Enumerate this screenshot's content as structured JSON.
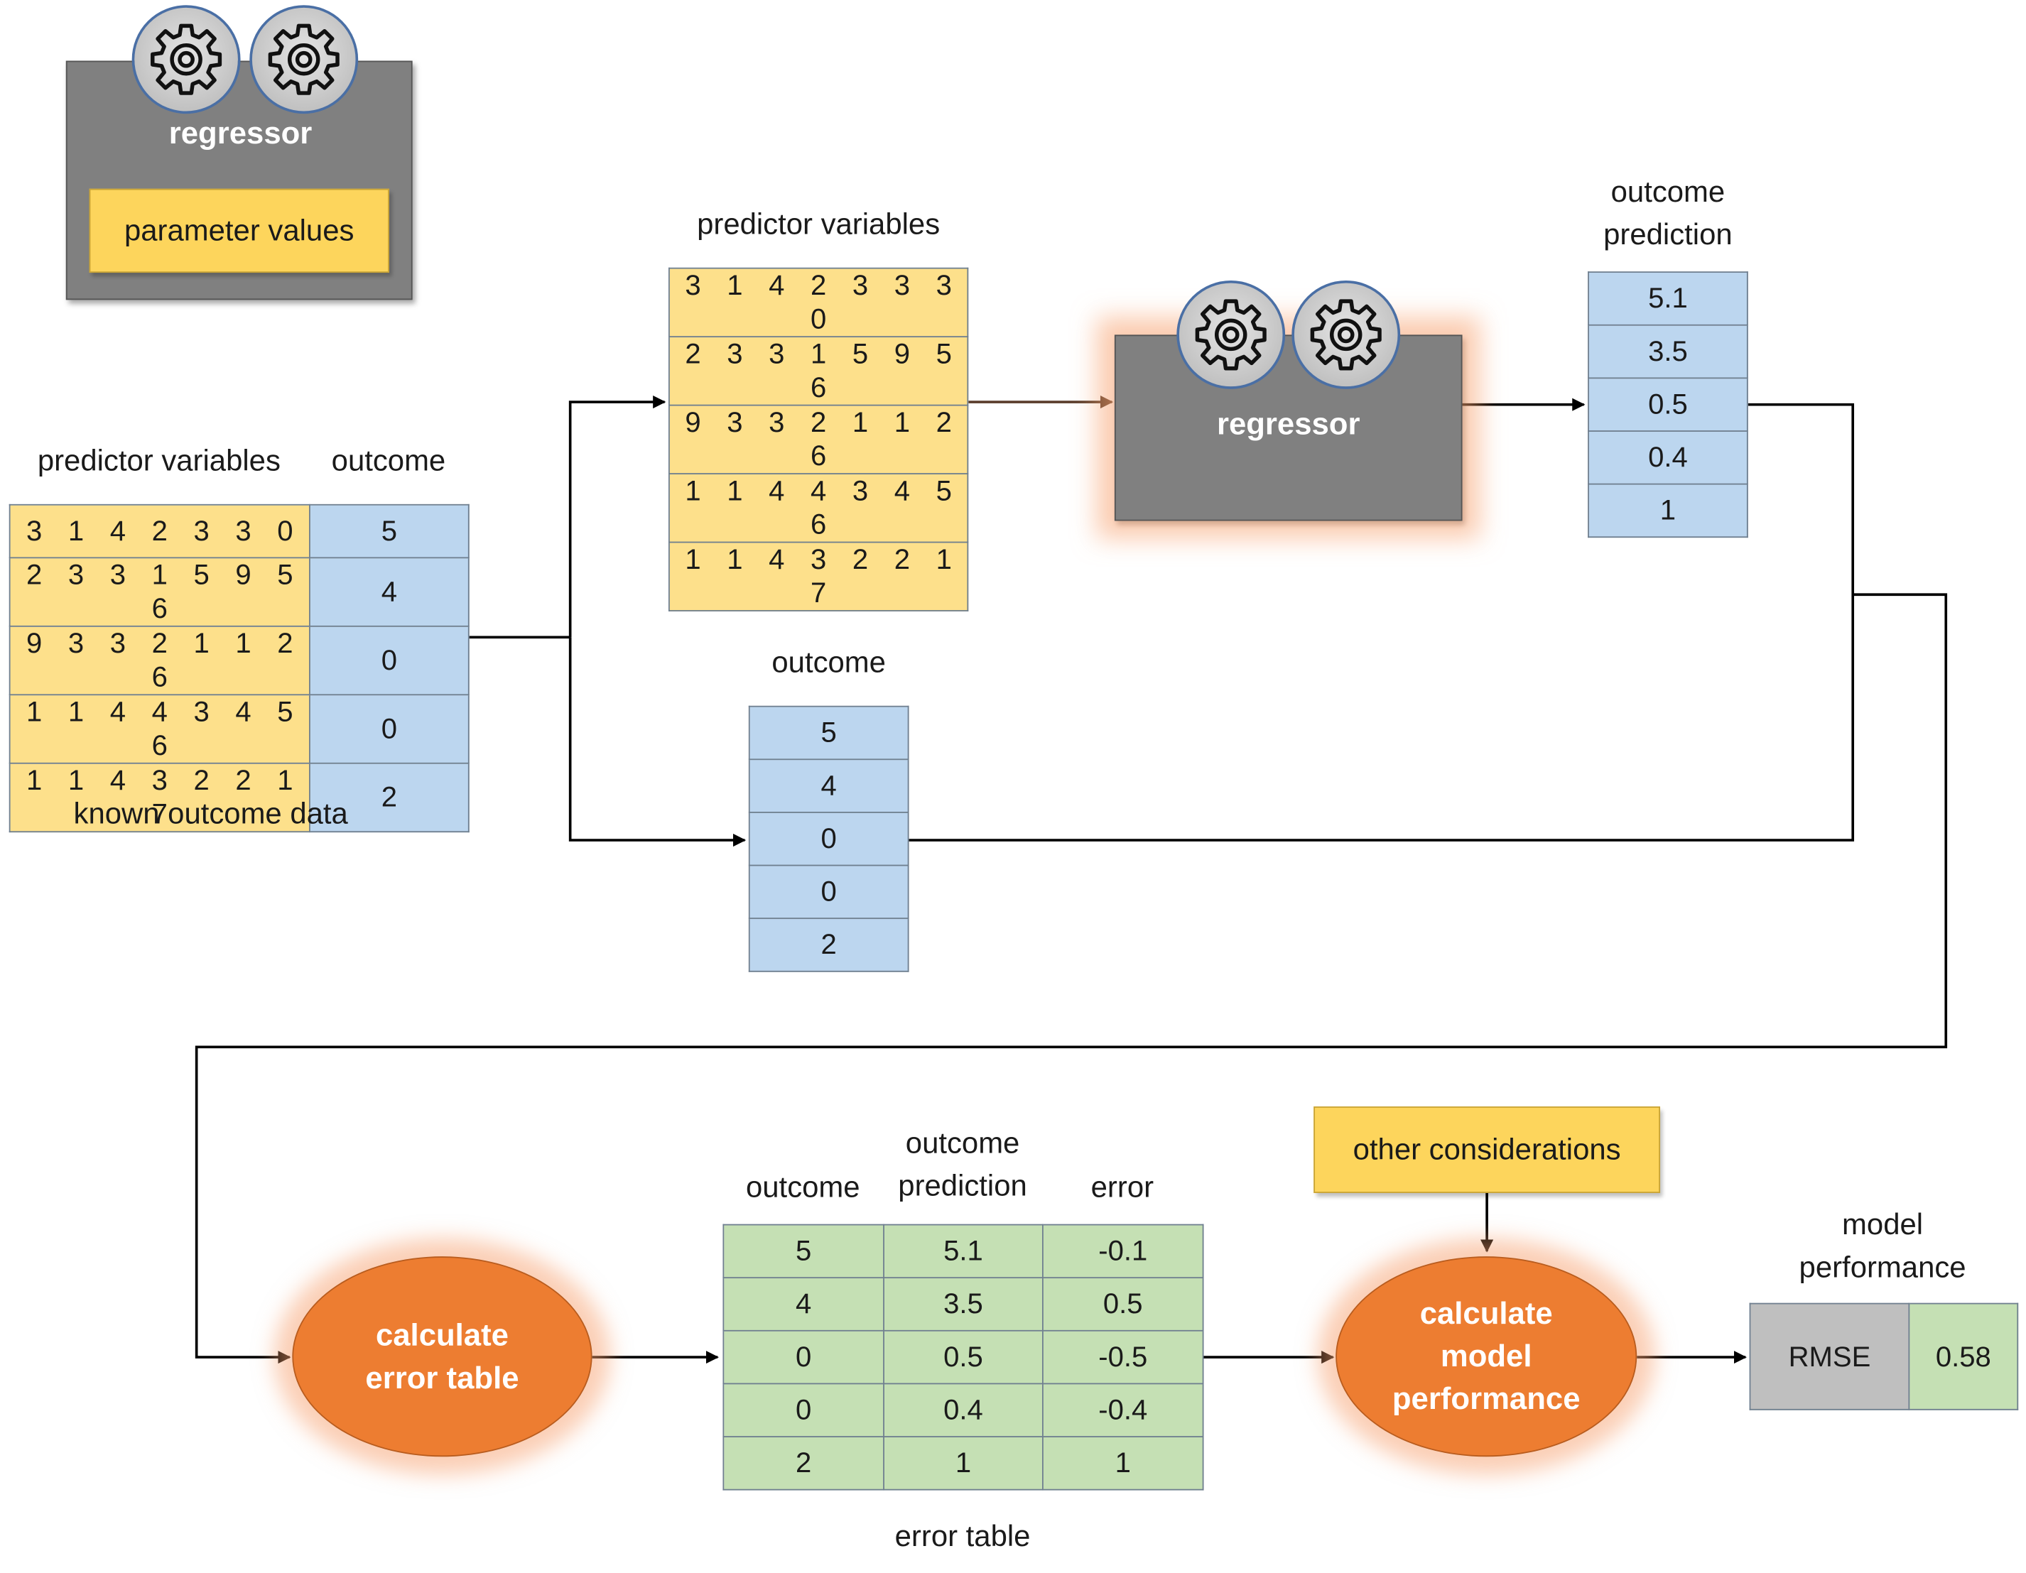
{
  "legend": {
    "regressor_label": "regressor",
    "parameter_label": "parameter values"
  },
  "known_data": {
    "predictors_label": "predictor variables",
    "outcome_label": "outcome",
    "caption": "known outcome data",
    "rows": [
      {
        "predictors": "3 1 4 2 3 3 0",
        "outcome": "5"
      },
      {
        "predictors": "2 3 3 1 5 9 5 6",
        "outcome": "4"
      },
      {
        "predictors": "9 3 3 2 1 1 2 6",
        "outcome": "0"
      },
      {
        "predictors": "1 1 4 4 3 4 5 6",
        "outcome": "0"
      },
      {
        "predictors": "1 1 4 3 2 2 1 7",
        "outcome": "2"
      }
    ]
  },
  "split_predictors": {
    "label": "predictor variables",
    "rows": [
      "3 1 4 2 3 3 3 0",
      "2 3 3 1 5 9 5 6",
      "9 3 3 2 1 1 2 6",
      "1 1 4 4 3 4 5 6",
      "1 1 4 3 2 2 1 7"
    ]
  },
  "split_outcome": {
    "label": "outcome",
    "rows": [
      "5",
      "4",
      "0",
      "0",
      "2"
    ]
  },
  "regressor_main": {
    "label": "regressor"
  },
  "prediction": {
    "label_line1": "outcome",
    "label_line2": "prediction",
    "rows": [
      "5.1",
      "3.5",
      "0.5",
      "0.4",
      "1"
    ]
  },
  "calc_error": {
    "line1": "calculate",
    "line2": "error table"
  },
  "error_table": {
    "col_outcome": "outcome",
    "col_pred_line1": "outcome",
    "col_pred_line2": "prediction",
    "col_error": "error",
    "caption": "error table",
    "rows": [
      {
        "outcome": "5",
        "prediction": "5.1",
        "error": "-0.1"
      },
      {
        "outcome": "4",
        "prediction": "3.5",
        "error": "0.5"
      },
      {
        "outcome": "0",
        "prediction": "0.5",
        "error": "-0.5"
      },
      {
        "outcome": "0",
        "prediction": "0.4",
        "error": "-0.4"
      },
      {
        "outcome": "2",
        "prediction": "1",
        "error": "1"
      }
    ]
  },
  "other_considerations": {
    "label": "other considerations"
  },
  "calc_perf": {
    "line1": "calculate",
    "line2": "model",
    "line3": "performance"
  },
  "model_performance": {
    "label_line1": "model",
    "label_line2": "performance",
    "metric": "RMSE",
    "value": "0.58"
  },
  "colors": {
    "yellow": "#fde08b",
    "blue": "#bcd6ef",
    "green": "#c5e0b4",
    "orange": "#ed7d31",
    "regressor_gray": "#808080"
  }
}
